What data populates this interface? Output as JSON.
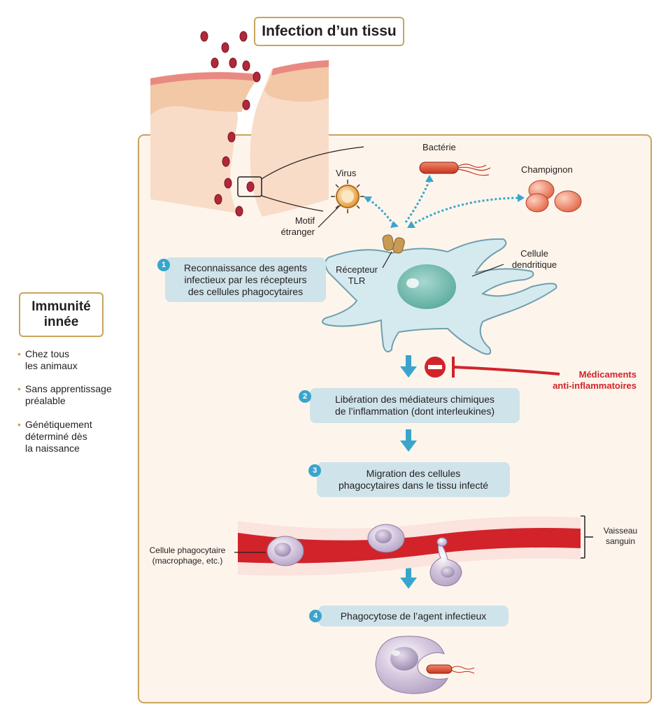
{
  "title": "Infection d’un tissu",
  "side": {
    "title_line1": "Immunité",
    "title_line2": "innée",
    "bullets": [
      {
        "line1": "Chez tous",
        "line2": "les animaux"
      },
      {
        "line1": "Sans apprentissage",
        "line2": "préalable"
      },
      {
        "line1": "Génétiquement",
        "line2": "déterminé dès",
        "line3": "la naissance"
      }
    ]
  },
  "pathogens": {
    "virus": "Virus",
    "bacteria": "Bactérie",
    "fungus": "Champignon",
    "motif_line1": "Motif",
    "motif_line2": "étranger"
  },
  "cell_labels": {
    "receptor_line1": "Récepteur",
    "receptor_line2": "TLR",
    "dendritic_line1": "Cellule",
    "dendritic_line2": "dendritique",
    "phagocyte_line1": "Cellule phagocytaire",
    "phagocyte_line2": "(macrophage, etc.)",
    "vessel_line1": "Vaisseau",
    "vessel_line2": "sanguin"
  },
  "drugs": {
    "line1": "Médicaments",
    "line2": "anti-inflammatoires"
  },
  "steps": [
    {
      "num": "1",
      "line1": "Reconnaissance des agents",
      "line2": "infectieux par les récepteurs",
      "line3": "des cellules phagocytaires"
    },
    {
      "num": "2",
      "line1": "Libération des médiateurs chimiques",
      "line2": "de l’inflammation (dont interleukines)"
    },
    {
      "num": "3",
      "line1": "Migration des cellules",
      "line2": "phagocytaires dans le tissu infecté"
    },
    {
      "num": "4",
      "line1": "Phagocytose de l’agent infectieux"
    }
  ],
  "colors": {
    "gold": "#c9a45c",
    "panel": "#fdf5ec",
    "step_bg": "#cfe3ea",
    "accent_blue": "#3aa5cc",
    "red": "#d2232a"
  }
}
